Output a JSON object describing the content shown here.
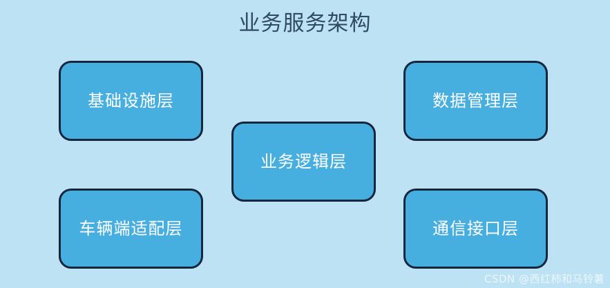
{
  "diagram": {
    "title": "业务服务架构",
    "background_color": "#bde2f4",
    "title_color": "#2f4a63",
    "node_fill_color": "#47aee0",
    "node_border_color": "#14253c",
    "node_text_color": "#ffffff",
    "nodes": [
      {
        "id": "infrastructure",
        "label": "基础设施层",
        "column": "left",
        "row": "top"
      },
      {
        "id": "data-management",
        "label": "数据管理层",
        "column": "right",
        "row": "top"
      },
      {
        "id": "business-logic",
        "label": "业务逻辑层",
        "column": "center",
        "row": "middle"
      },
      {
        "id": "vehicle-adapter",
        "label": "车辆端适配层",
        "column": "left",
        "row": "bottom"
      },
      {
        "id": "communication-interface",
        "label": "通信接口层",
        "column": "right",
        "row": "bottom"
      }
    ]
  },
  "watermark": {
    "text": "CSDN @西红柿和马铃薯"
  }
}
